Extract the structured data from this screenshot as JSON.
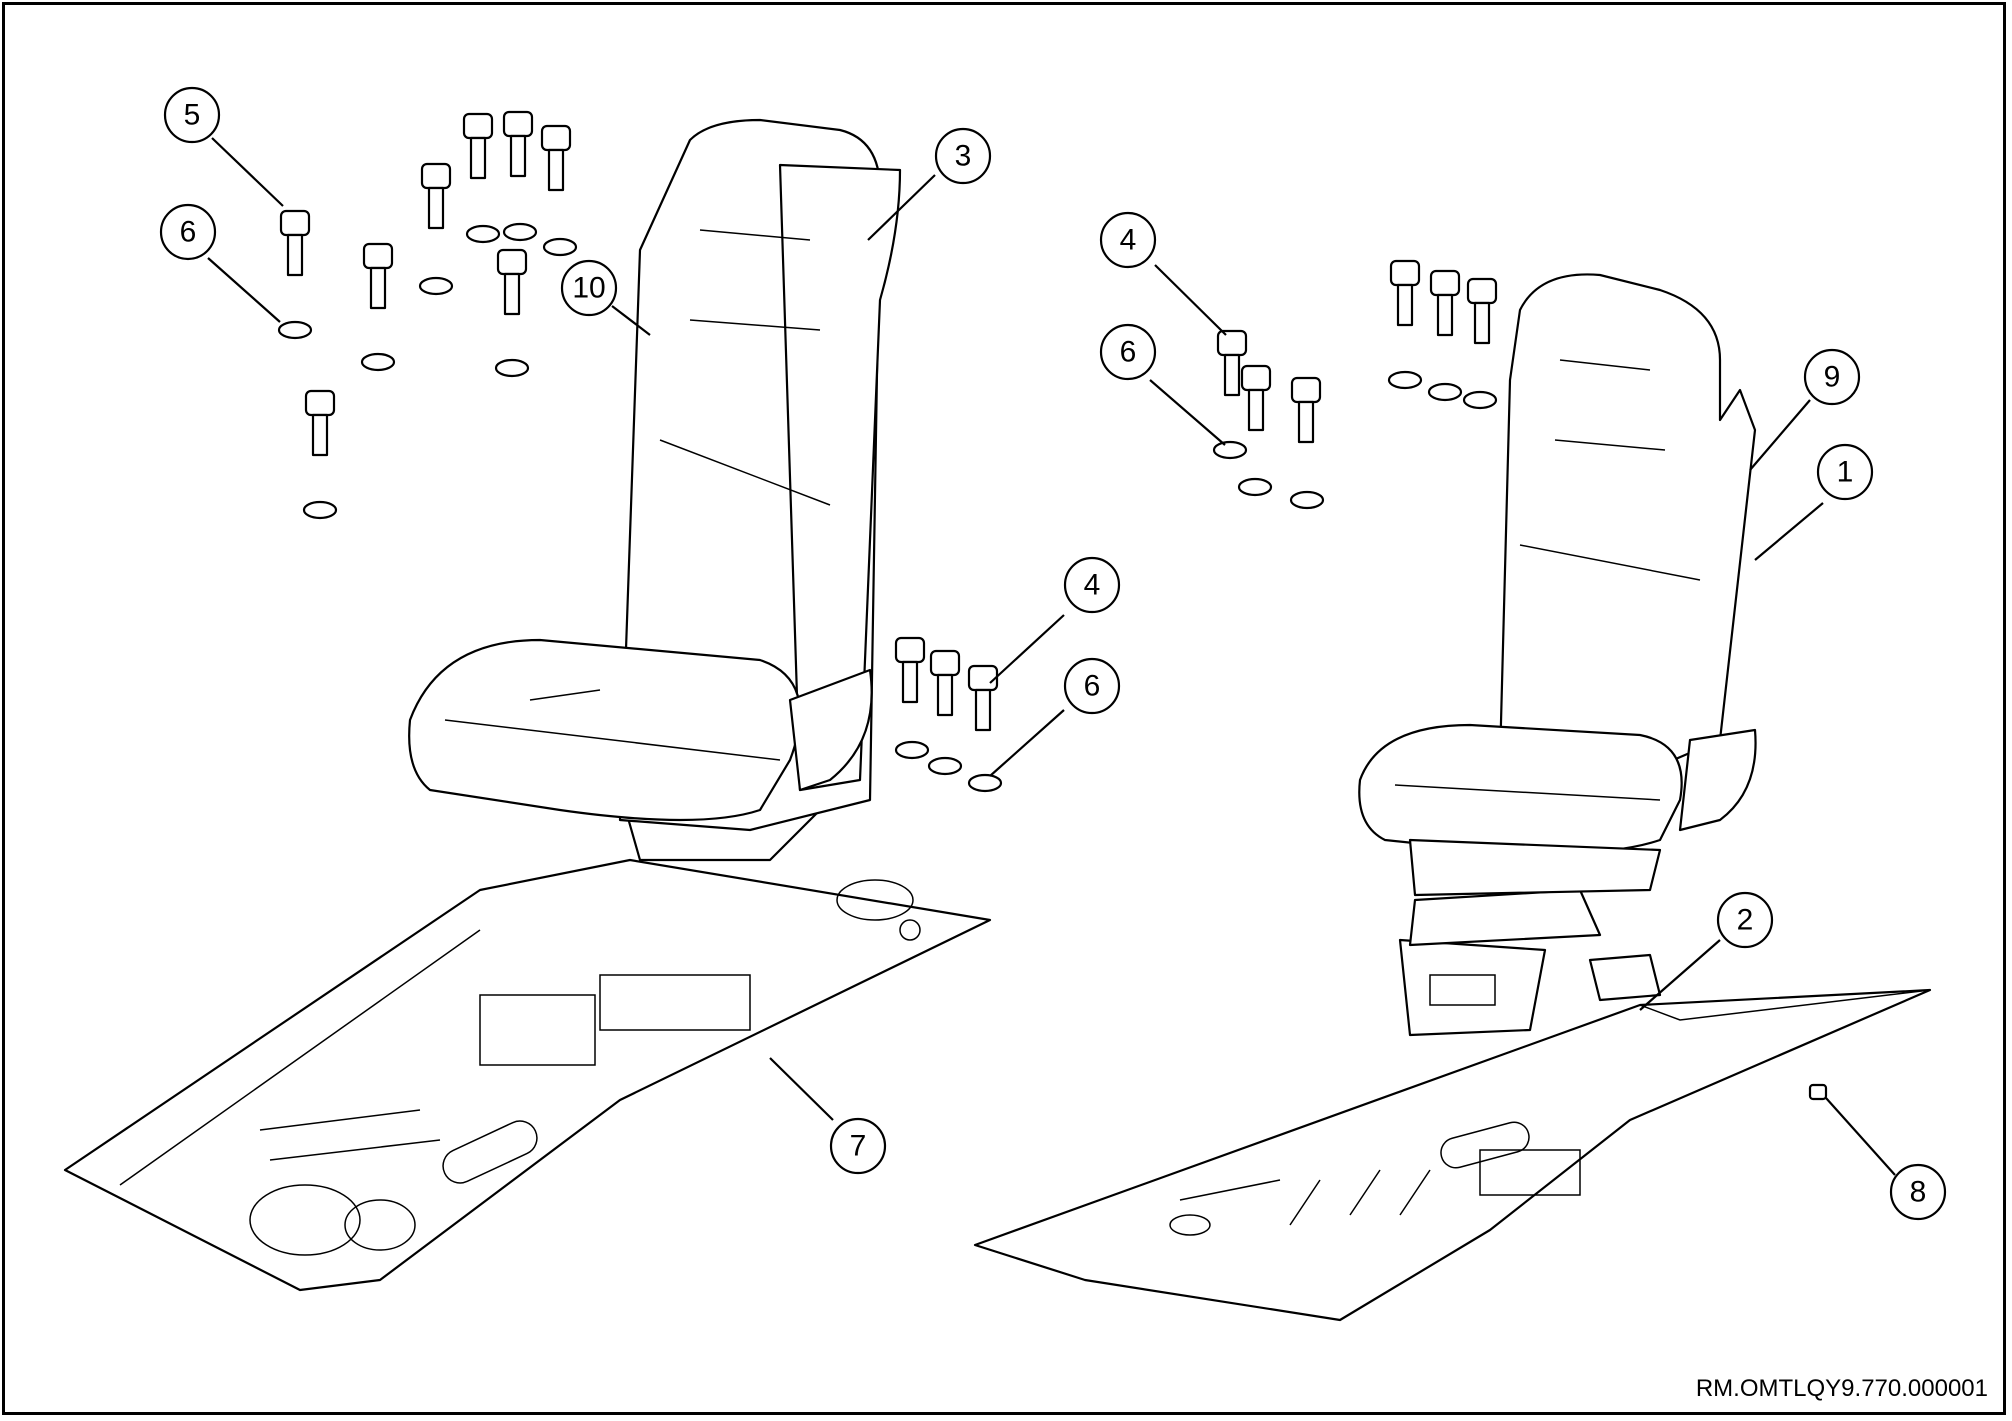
{
  "drawing": {
    "reference_number": "RM.OMTLQY9.770.000001"
  },
  "callouts": [
    "5",
    "6",
    "3",
    "10",
    "4",
    "6",
    "4",
    "6",
    "9",
    "1",
    "2",
    "7",
    "8"
  ]
}
